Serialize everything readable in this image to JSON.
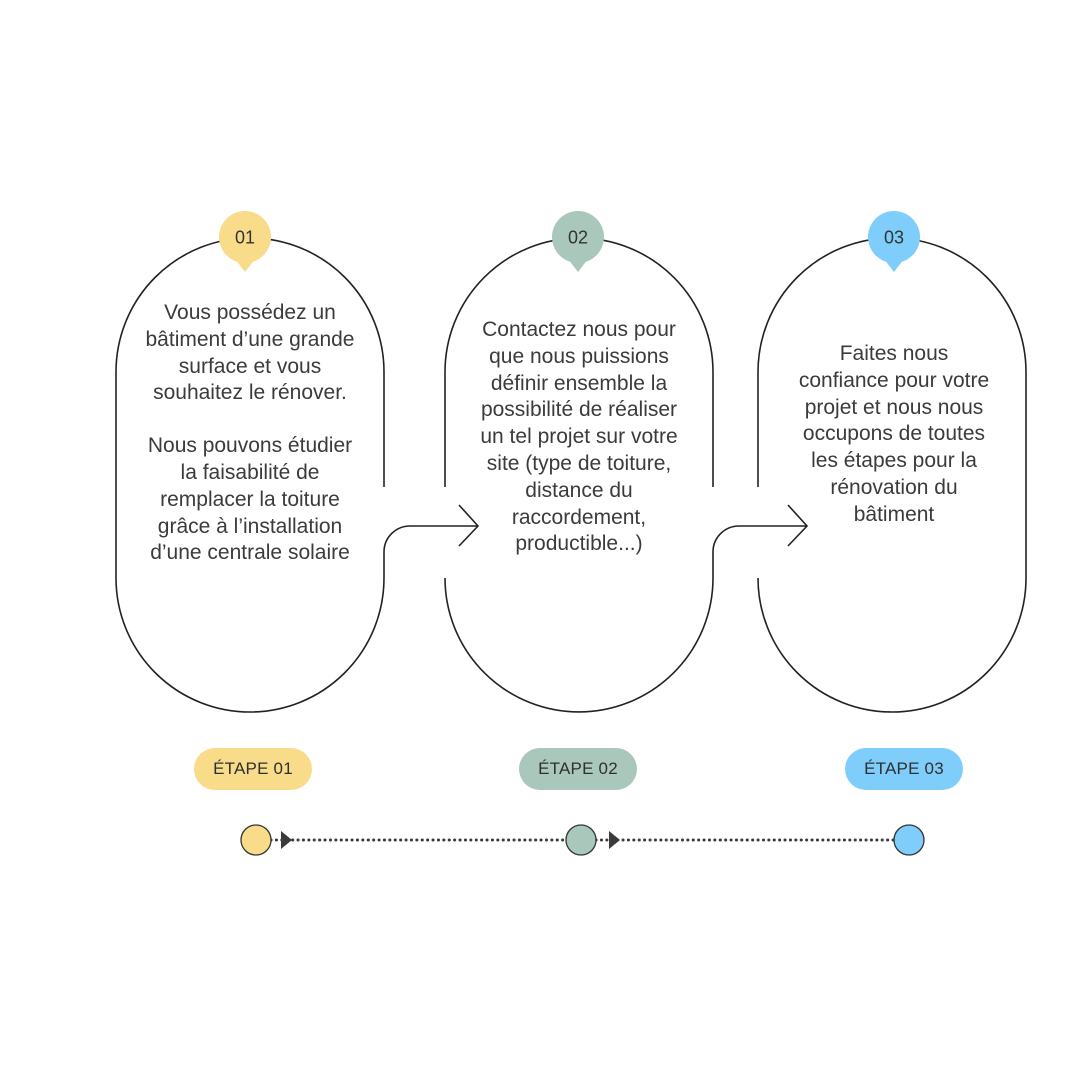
{
  "colors": {
    "yellow": "#f8dc8a",
    "green": "#a9c8bb",
    "blue": "#7fcdfa",
    "stroke": "#222222",
    "text": "#3b3b3b"
  },
  "steps": [
    {
      "number": "01",
      "color": "#f8dc8a",
      "paragraphs": [
        "Vous possédez un bâtiment d’une grande surface et vous souhaitez le rénover.",
        "Nous pouvons étudier la faisabilité de remplacer la toiture grâce à l’installation d’une centrale solaire"
      ],
      "label": "ÉTAPE 01"
    },
    {
      "number": "02",
      "color": "#a9c8bb",
      "paragraphs": [
        "Contactez nous pour que nous puissions définir ensemble la possibilité de réaliser un tel projet sur votre site (type de toiture, distance du raccordement, productible...)"
      ],
      "label": "ÉTAPE 02"
    },
    {
      "number": "03",
      "color": "#7fcdfa",
      "paragraphs": [
        "Faites nous confiance pour votre projet et nous nous occupons de toutes les étapes pour la rénovation du bâtiment"
      ],
      "label": "ÉTAPE 03"
    }
  ]
}
